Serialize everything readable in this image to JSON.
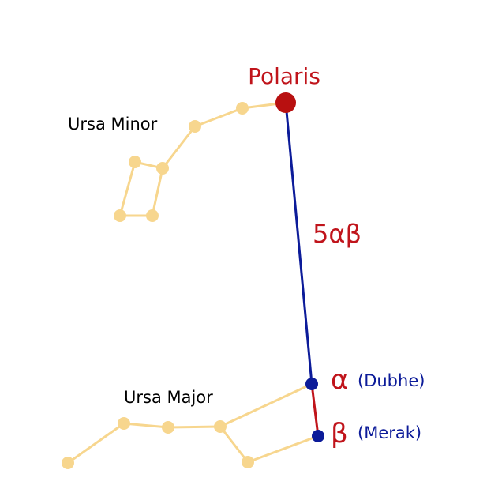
{
  "colors": {
    "constellation": "#f7d68e",
    "polaris": "#b81010",
    "pointer_star": "#0c1b99",
    "red_label": "#c0141b",
    "blue_label": "#0c1b99",
    "label_black": "#000000"
  },
  "labels": {
    "polaris": "Polaris",
    "ursa_minor": "Ursa Minor",
    "ursa_major": "Ursa Major",
    "distance": "5αβ",
    "alpha_symbol": "α",
    "alpha_name": "(Dubhe)",
    "beta_symbol": "β",
    "beta_name": "(Merak)"
  }
}
